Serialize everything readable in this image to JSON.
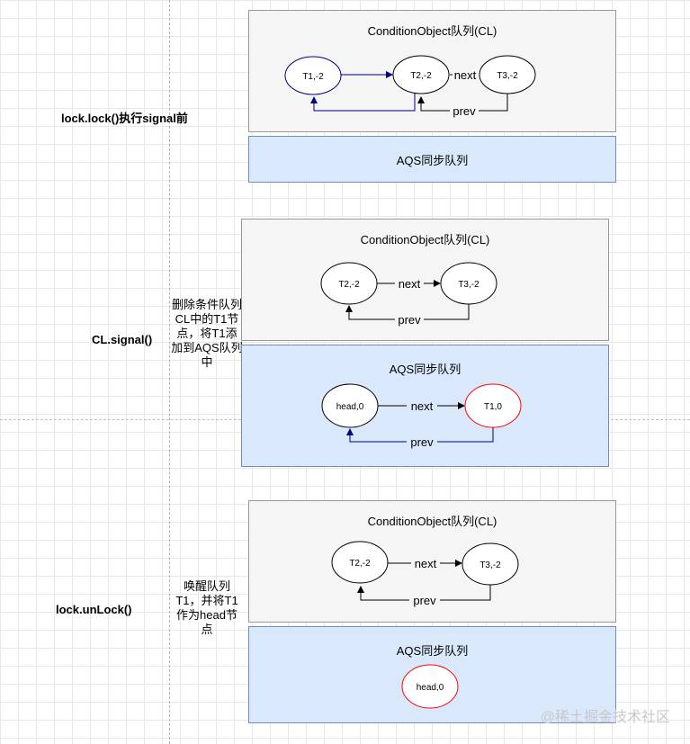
{
  "diagram": {
    "row1": {
      "step": "lock.lock()执行signal前",
      "cl_title": "ConditionObject队列(CL)",
      "aqs_title": "AQS同步队列",
      "nodes": {
        "t1": "T1,-2",
        "t2": "T2,-2",
        "t3": "T3,-2"
      },
      "next_label": "next",
      "prev_label": "prev"
    },
    "row2": {
      "step": "CL.signal()",
      "note": "删除条件队列CL中的T1节点，将T1添加到AQS队列中",
      "cl_title": "ConditionObject队列(CL)",
      "aqs_title": "AQS同步队列",
      "cl_nodes": {
        "t2": "T2,-2",
        "t3": "T3,-2"
      },
      "aqs_nodes": {
        "head": "head,0",
        "t1": "T1,0"
      },
      "next_label": "next",
      "prev_label": "prev"
    },
    "row3": {
      "step": "lock.unLock()",
      "note": "唤醒队列T1，并将T1作为head节点",
      "cl_title": "ConditionObject队列(CL)",
      "aqs_title": "AQS同步队列",
      "cl_nodes": {
        "t2": "T2,-2",
        "t3": "T3,-2"
      },
      "aqs_nodes": {
        "head": "head,0"
      },
      "next_label": "next",
      "prev_label": "prev"
    }
  },
  "watermark": "@稀土掘金技术社区",
  "colors": {
    "cl_fill": "#f5f5f5",
    "aqs_fill": "#dae8fc",
    "arrow_dark": "#000080",
    "node_red": "#ff0000"
  }
}
